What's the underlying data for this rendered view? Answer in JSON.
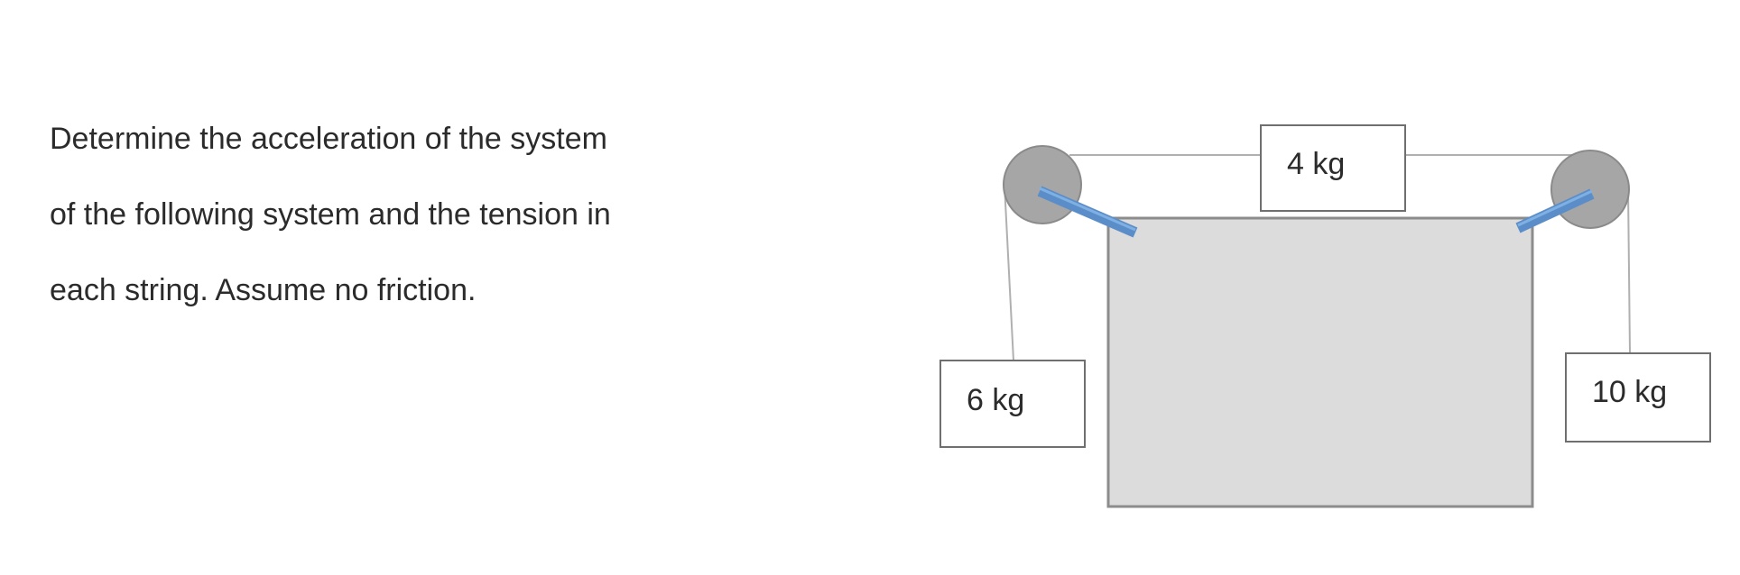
{
  "problem": {
    "lines": [
      "Determine the acceleration of the system",
      "of the following system and the tension in",
      "each string. Assume no friction."
    ]
  },
  "diagram": {
    "masses": {
      "top": "4 kg",
      "left": "6 kg",
      "right": "10 kg"
    },
    "colors": {
      "table_fill": "#dcdcdc",
      "pulley_fill": "#a6a6a6",
      "clamp_color": "#5b8ec9",
      "string_color": "#b0b0b0"
    }
  }
}
